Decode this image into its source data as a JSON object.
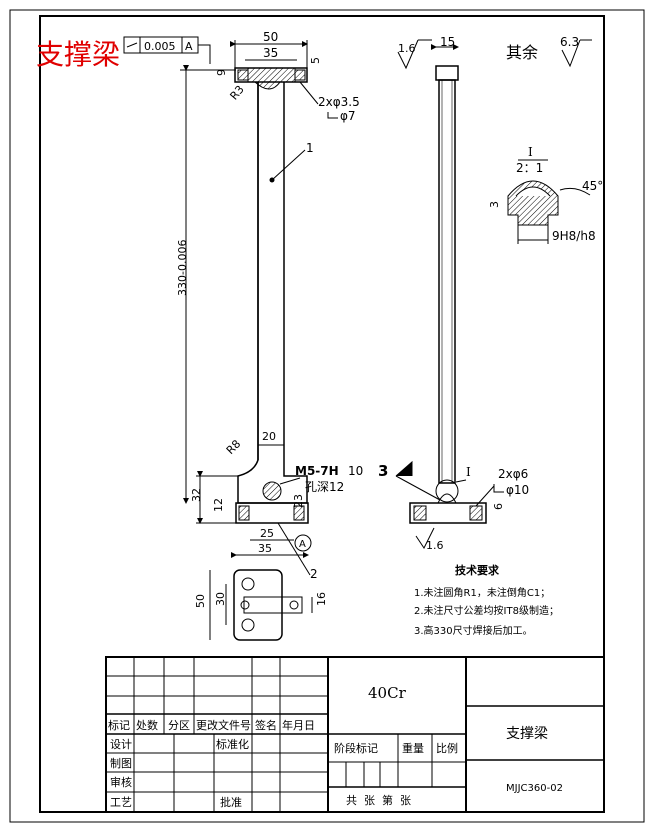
{
  "corner_title": "支撑梁",
  "tolerance_frame": {
    "value": "0.005",
    "datum": "A"
  },
  "front_view": {
    "dim_width_total": "50",
    "dim_width_inner": "35",
    "dim_top_height": "9",
    "dim_side": "5",
    "dim_radius_top": "R3",
    "hole_top_qty": "2xφ3.5",
    "hole_top_cbore": "φ7",
    "part_1": "1",
    "dim_length": "330-0.006",
    "dim_radius_bottom": "R8",
    "dim_20": "20",
    "thread": "M5-7H",
    "thread_depth": "10",
    "hole_depth": "孔深12",
    "dim_32": "32",
    "dim_12": "12",
    "dim_23": "23",
    "dim_25": "25",
    "dim_35_bottom": "35",
    "datum_a": "A",
    "part_2": "2"
  },
  "bottom_view": {
    "dim_50": "50",
    "dim_30": "30",
    "dim_16": "16"
  },
  "side_view": {
    "rough_16": "1.6",
    "dim_15": "15",
    "rest_label": "其余",
    "rest_rough": "6.3",
    "detail_label": "I",
    "detail_scale": "2：1",
    "angle": "45°",
    "dim_3": "3",
    "fit": "9H8/h8",
    "mark_3": "3",
    "detail_ref": "I",
    "hole_qty": "2xφ6",
    "hole_cbore": "φ10",
    "dim_6": "6",
    "rough_bottom": "1.6"
  },
  "tech_req": {
    "title": "技术要求",
    "items": [
      "1.未注圆角R1，未注倒角C1；",
      "2.未注尺寸公差均按IT8级制造；",
      "3.高330尺寸焊接后加工。"
    ]
  },
  "title_block": {
    "material": "40Cr",
    "part_name": "支撑梁",
    "drawing_no": "MJJC360-02",
    "headers": [
      "标记",
      "处数",
      "分区",
      "更改文件号",
      "签名",
      "年月日"
    ],
    "rows": [
      "设计",
      "制图",
      "审核",
      "工艺"
    ],
    "standardize": "标准化",
    "approve": "批准",
    "stage": "阶段标记",
    "weight": "重量",
    "scale": "比例",
    "sheets": "共  张  第  张"
  }
}
